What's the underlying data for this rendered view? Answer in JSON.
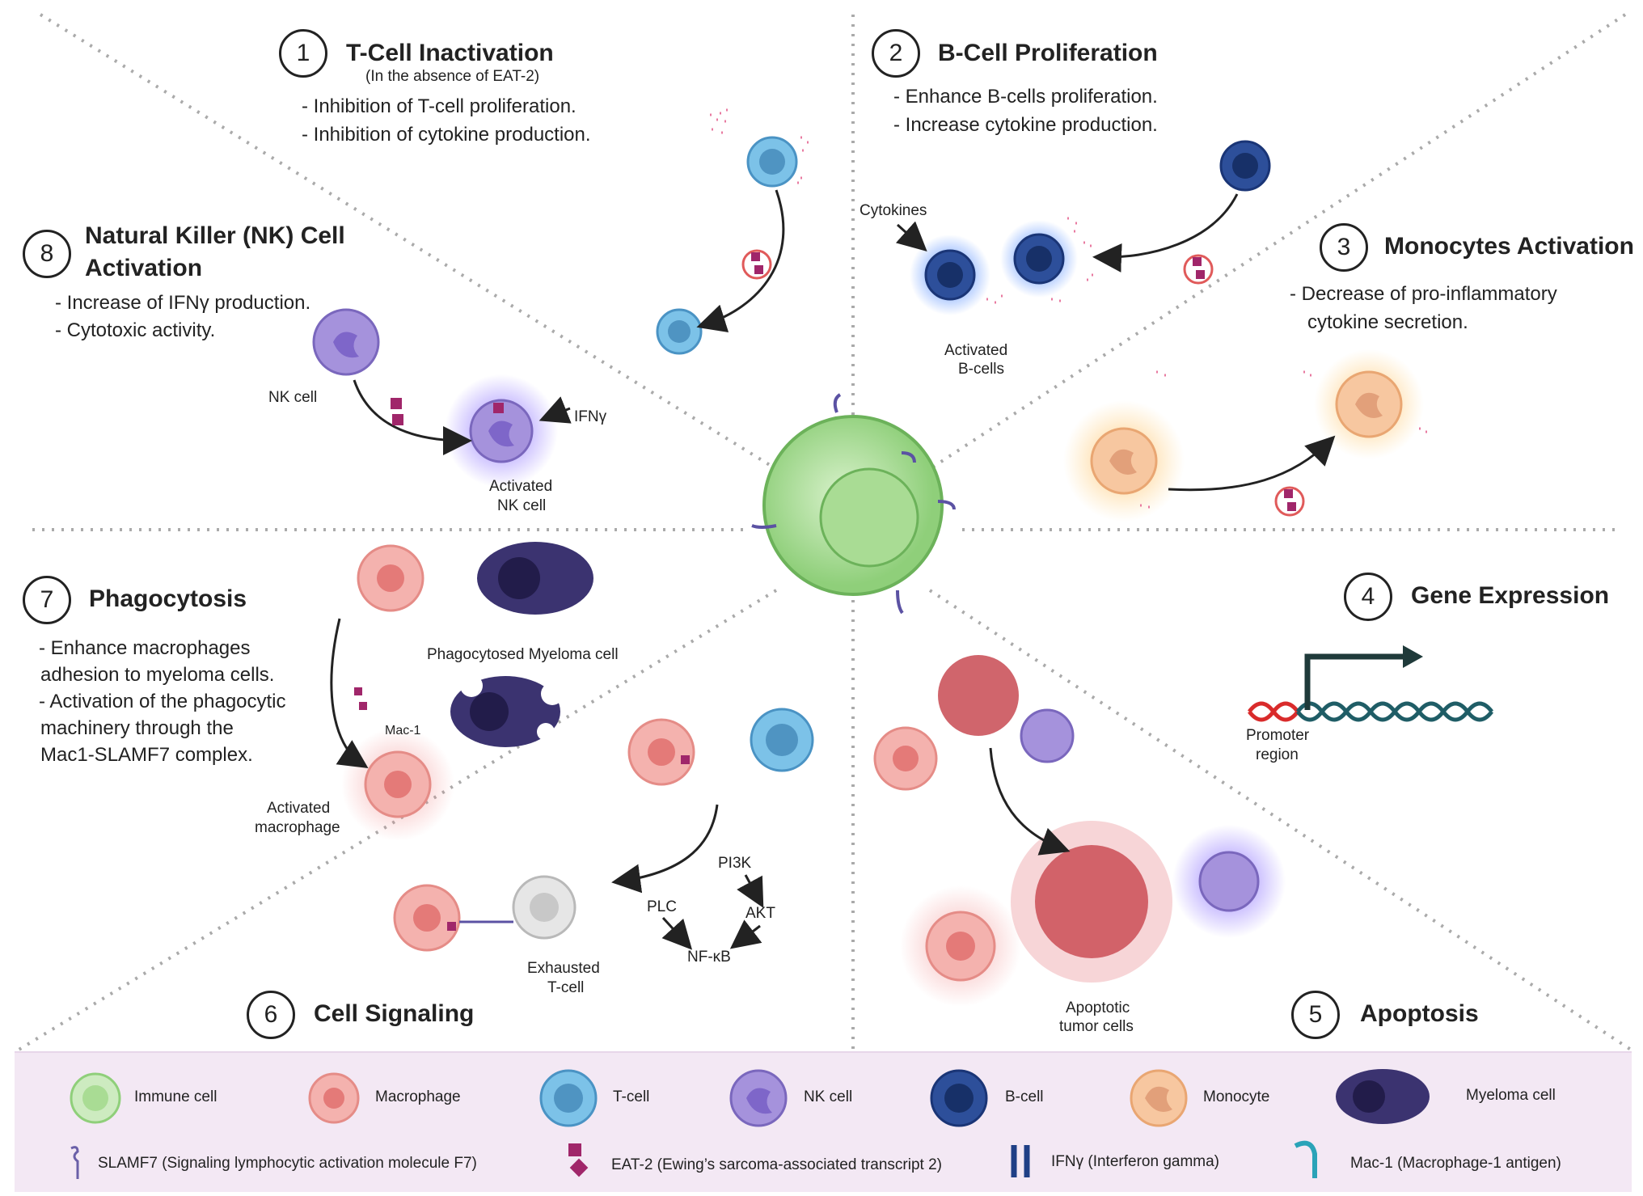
{
  "sections": [
    {
      "num": "1",
      "title": "T-Cell Inactivation",
      "subtitle": "(In the absence of EAT-2)",
      "bullets": [
        "- Inhibition of T-cell proliferation.",
        "- Inhibition of cytokine production."
      ]
    },
    {
      "num": "2",
      "title": "B-Cell Proliferation",
      "bullets": [
        "- Enhance B-cells proliferation.",
        "- Increase cytokine production."
      ]
    },
    {
      "num": "3",
      "title": "Monocytes Activation",
      "bullets": [
        "- Decrease of pro-inflammatory",
        "cytokine secretion."
      ]
    },
    {
      "num": "4",
      "title": "Gene Expression"
    },
    {
      "num": "5",
      "title": "Apoptosis"
    },
    {
      "num": "6",
      "title": "Cell Signaling"
    },
    {
      "num": "7",
      "title": "Phagocytosis",
      "bullets": [
        "- Enhance macrophages",
        "adhesion to myeloma cells.",
        "- Activation of the phagocytic",
        "machinery through the",
        "Mac1-SLAMF7 complex."
      ]
    },
    {
      "num": "8",
      "title_lines": [
        "Natural Killer (NK) Cell",
        "Activation"
      ],
      "bullets": [
        "- Increase of IFNγ production.",
        "- Cytotoxic activity."
      ]
    }
  ],
  "labels": {
    "cytokines": "Cytokines",
    "activated_bcells": [
      "Activated",
      "B-cells"
    ],
    "nk_cell": "NK cell",
    "ifng": "IFNγ",
    "activated_nk": [
      "Activated",
      "NK cell"
    ],
    "phagocytosed": "Phagocytosed Myeloma cell",
    "mac1": "Mac-1",
    "activated_macrophage": [
      "Activated",
      "macrophage"
    ],
    "promoter": [
      "Promoter",
      "region"
    ],
    "pi3k": "PI3K",
    "plc": "PLC",
    "akt": "AKT",
    "nfkb": "NF-κB",
    "exhausted": [
      "Exhausted",
      "T-cell"
    ],
    "apoptotic": [
      "Apoptotic",
      "tumor cells"
    ]
  },
  "legend": {
    "row1": [
      "Immune cell",
      "Macrophage",
      "T-cell",
      "NK cell",
      "B-cell",
      "Monocyte",
      "Myeloma cell"
    ],
    "row2": [
      "SLAMF7 (Signaling lymphocytic activation molecule F7)",
      "EAT-2  (Ewing’s sarcoma-associated transcript 2)",
      "IFNγ (Interferon gamma)",
      "Mac-1 (Macrophage-1 antigen)"
    ]
  },
  "colors": {
    "immune": "#8fcf7a",
    "macrophage": "#f2a7a4",
    "tcell": "#5aa9d6",
    "nk": "#9b86d2",
    "bcell": "#1f3f86",
    "monocyte": "#f6c49a",
    "myeloma": "#3b3370",
    "eat2": "#a0266a",
    "slamf7": "#6a5fa8",
    "dna_red": "#d92b2b",
    "dna_teal": "#1f5d66"
  }
}
